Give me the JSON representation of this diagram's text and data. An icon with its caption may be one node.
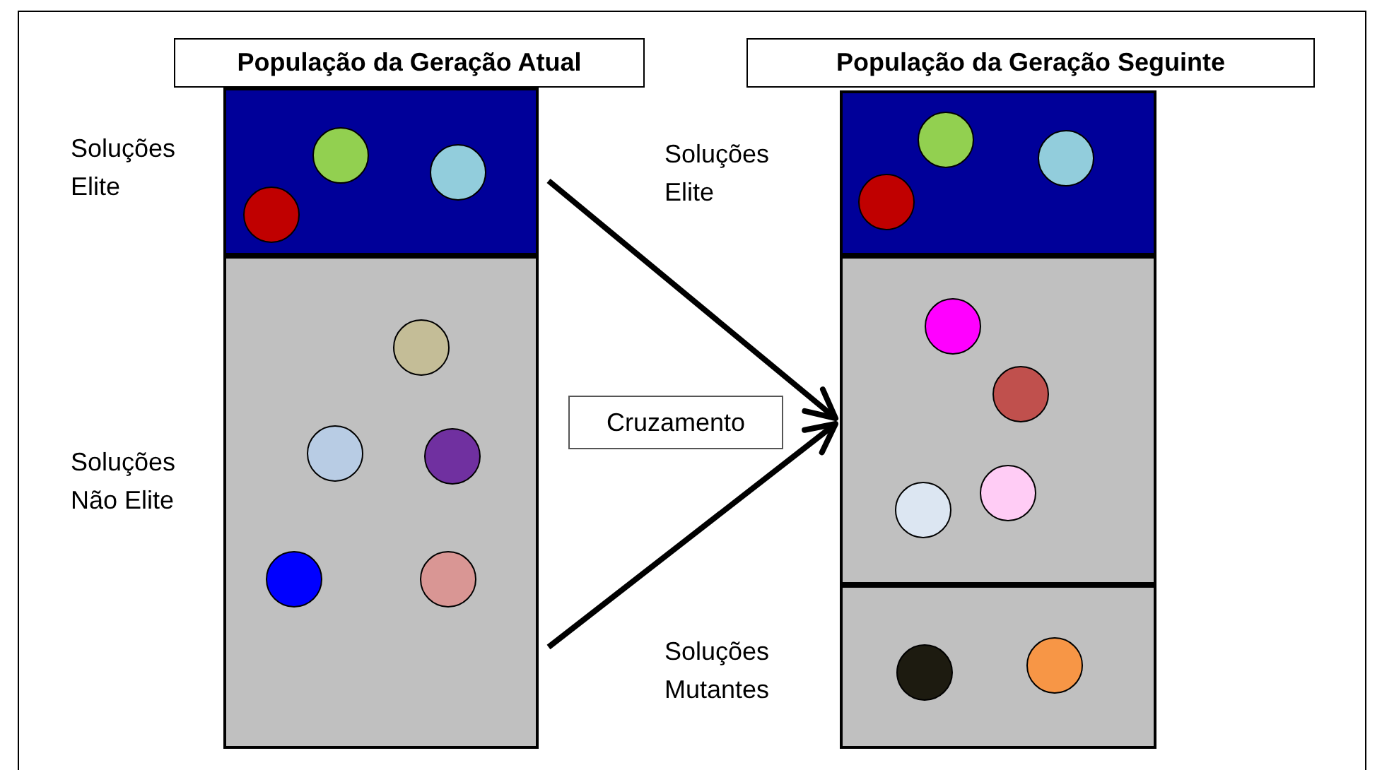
{
  "diagram": {
    "nodes": [
      {
        "text": [
          "População da Geração Atual"
        ]
      },
      {
        "text": [
          "População da Geração Seguinte"
        ]
      },
      {
        "text": [
          "Soluções Elite"
        ]
      },
      {
        "text": [],
        "shape": "circle",
        "in": 2
      },
      {
        "text": [],
        "shape": "circle",
        "in": 2
      },
      {
        "text": [],
        "shape": "circle",
        "in": 2
      },
      {
        "text": [
          "Soluções Não Elite"
        ]
      },
      {
        "text": [],
        "shape": "circle",
        "in": 6
      },
      {
        "text": [],
        "shape": "circle",
        "in": 6
      },
      {
        "text": [],
        "shape": "circle",
        "in": 6
      },
      {
        "text": [],
        "shape": "circle",
        "in": 6
      },
      {
        "text": [],
        "shape": "circle",
        "in": 6
      },
      {
        "text": [
          "Cruzamento"
        ]
      },
      {
        "text": [
          "Soluções Elite"
        ]
      },
      {
        "text": [],
        "shape": "circle",
        "in": 13
      },
      {
        "text": [],
        "shape": "circle",
        "in": 13
      },
      {
        "text": [],
        "shape": "circle",
        "in": 13
      },
      {
        "text": [],
        "shape": "box"
      },
      {
        "text": [],
        "shape": "circle",
        "in": 17
      },
      {
        "text": [],
        "shape": "circle",
        "in": 17
      },
      {
        "text": [],
        "shape": "circle",
        "in": 17
      },
      {
        "text": [],
        "shape": "circle",
        "in": 17
      },
      {
        "text": [
          "Soluções Mutantes"
        ]
      },
      {
        "text": [],
        "shape": "circle",
        "in": 22
      },
      {
        "text": [],
        "shape": "circle",
        "in": 22
      }
    ],
    "edges": [
      {
        "from": 2,
        "to": 17,
        "arrow": "to"
      },
      {
        "from": 6,
        "to": 17,
        "arrow": "to"
      }
    ]
  }
}
